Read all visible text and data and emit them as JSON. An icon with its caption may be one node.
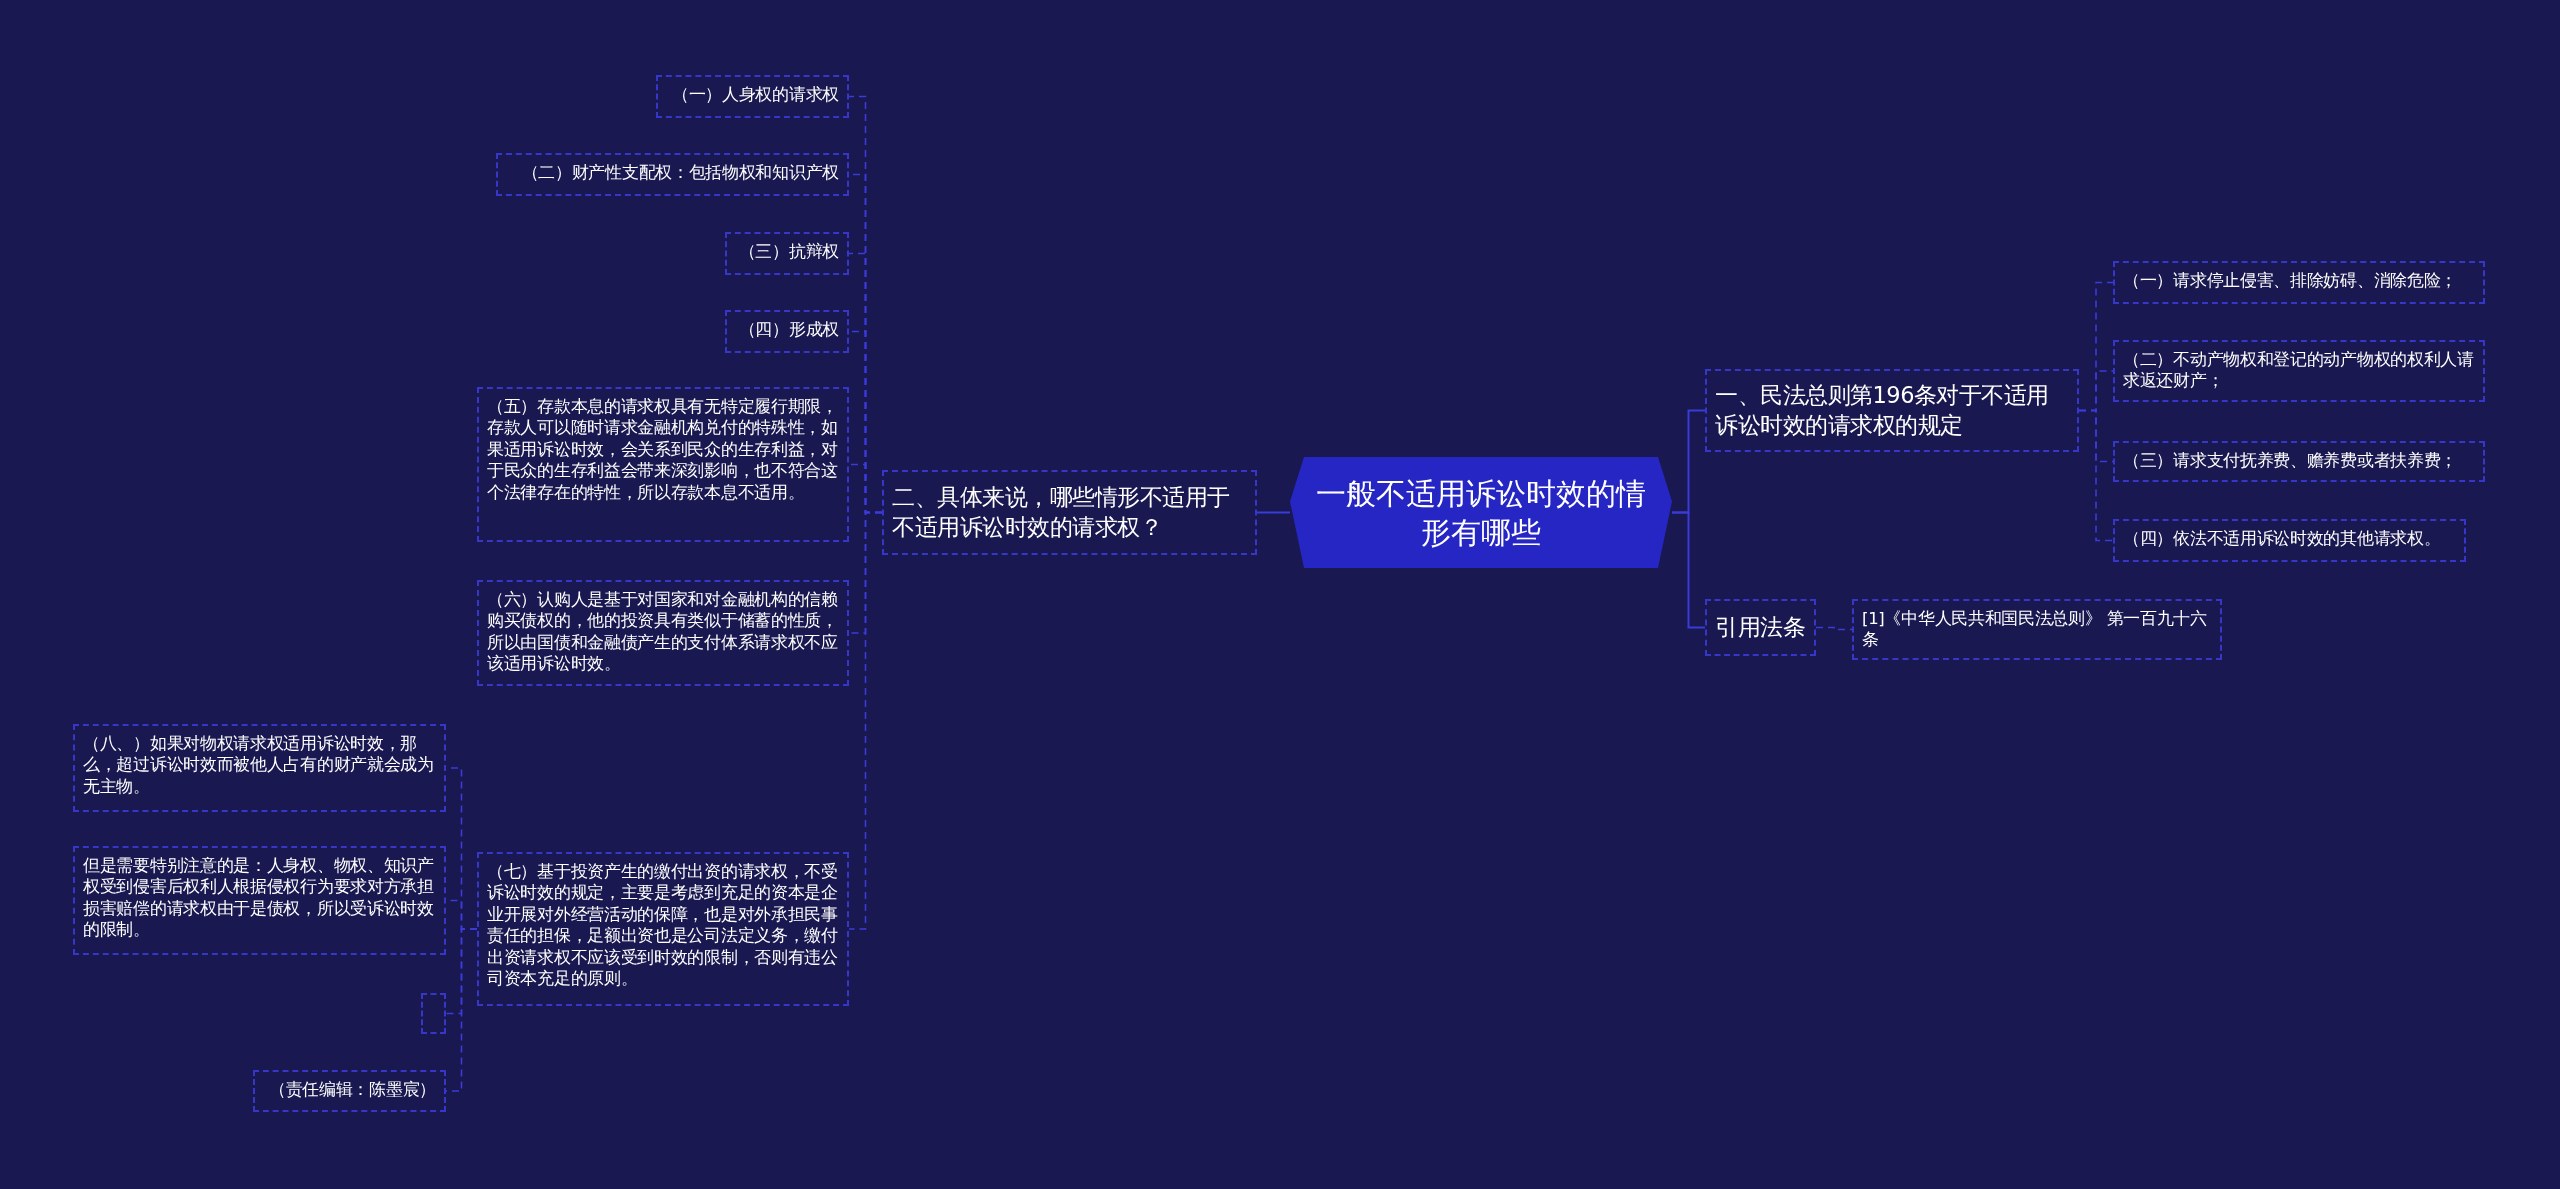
{
  "diagram": {
    "nodes": [
      {
        "text": [
          "一般不适用诉讼时效的情形有哪些"
        ]
      },
      {
        "text": [
          "二、具体来说，哪些情形不适用于不适用诉讼时效的请求权？"
        ]
      },
      {
        "text": [
          "（一）人身权的请求权"
        ]
      },
      {
        "text": [
          "（二）财产性支配权：包括物权和知识产权"
        ]
      },
      {
        "text": [
          "（三）抗辩权"
        ]
      },
      {
        "text": [
          "（四）形成权"
        ]
      },
      {
        "text": [
          "（五）存款本息的请求权具有无特定履行期限，存款人可以随时请求金融机构兑付的特殊性，如果适用诉讼时效，会关系到民众的生存利益，对于民众的生存利益会带来深刻影响，也不符合这个法律存在的特性，所以存款本息不适用。"
        ]
      },
      {
        "text": [
          "（六）认购人是基于对国家和对金融机构的信赖购买债权的，他的投资具有类似于储蓄的性质，所以由国债和金融债产生的支付体系请求权不应该适用诉讼时效。"
        ]
      },
      {
        "text": [
          "（七）基于投资产生的缴付出资的请求权，不受诉讼时效的规定，主要是考虑到充足的资本是企业开展对外经营活动的保障，也是对外承担民事责任的担保，足额出资也是公司法定义务，缴付出资请求权不应该受到时效的限制，否则有违公司资本充足的原则。"
        ]
      },
      {
        "text": [
          "（八、）如果对物权请求权适用诉讼时效，那么，超过诉讼时效而被他人占有的财产就会成为无主物。"
        ]
      },
      {
        "text": [
          "但是需要特别注意的是：人身权、物权、知识产权受到侵害后权利人根据侵权行为要求对方承担损害赔偿的请求权由于是债权，所以受诉讼时效的限制。"
        ]
      },
      {
        "text": [],
        "shape": "box"
      },
      {
        "text": [
          "（责任编辑：陈墨宸）"
        ]
      },
      {
        "text": [
          "一、民法总则第196条对于不适用诉讼时效的请求权的规定"
        ]
      },
      {
        "text": [
          "（一）请求停止侵害、排除妨碍、消除危险；"
        ]
      },
      {
        "text": [
          "（二）不动产物权和登记的动产物权的权利人请求返还财产；"
        ]
      },
      {
        "text": [
          "（三）请求支付抚养费、赡养费或者扶养费；"
        ]
      },
      {
        "text": [
          "（四）依法不适用诉讼时效的其他请求权。"
        ]
      },
      {
        "text": [
          "引用法条"
        ]
      },
      {
        "text": [
          "[1]《中华人民共和国民法总则》 第一百九十六条"
        ]
      }
    ],
    "edges": [
      {
        "from": 0,
        "to": 1,
        "arrow": "none"
      },
      {
        "from": 1,
        "to": 2,
        "arrow": "none",
        "style": "dashed"
      },
      {
        "from": 1,
        "to": 3,
        "arrow": "none",
        "style": "dashed"
      },
      {
        "from": 1,
        "to": 4,
        "arrow": "none",
        "style": "dashed"
      },
      {
        "from": 1,
        "to": 5,
        "arrow": "none",
        "style": "dashed"
      },
      {
        "from": 1,
        "to": 6,
        "arrow": "none",
        "style": "dashed"
      },
      {
        "from": 1,
        "to": 7,
        "arrow": "none",
        "style": "dashed"
      },
      {
        "from": 1,
        "to": 8,
        "arrow": "none",
        "style": "dashed"
      },
      {
        "from": 8,
        "to": 9,
        "arrow": "none",
        "style": "dashed"
      },
      {
        "from": 8,
        "to": 10,
        "arrow": "none",
        "style": "dashed"
      },
      {
        "from": 8,
        "to": 11,
        "arrow": "none",
        "style": "dashed"
      },
      {
        "from": 8,
        "to": 12,
        "arrow": "none",
        "style": "dashed"
      },
      {
        "from": 0,
        "to": 13,
        "arrow": "none"
      },
      {
        "from": 13,
        "to": 14,
        "arrow": "none",
        "style": "dashed"
      },
      {
        "from": 13,
        "to": 15,
        "arrow": "none",
        "style": "dashed"
      },
      {
        "from": 13,
        "to": 16,
        "arrow": "none",
        "style": "dashed"
      },
      {
        "from": 13,
        "to": 17,
        "arrow": "none",
        "style": "dashed"
      },
      {
        "from": 0,
        "to": 18,
        "arrow": "none"
      },
      {
        "from": 18,
        "to": 19,
        "arrow": "none",
        "style": "dashed"
      }
    ]
  }
}
